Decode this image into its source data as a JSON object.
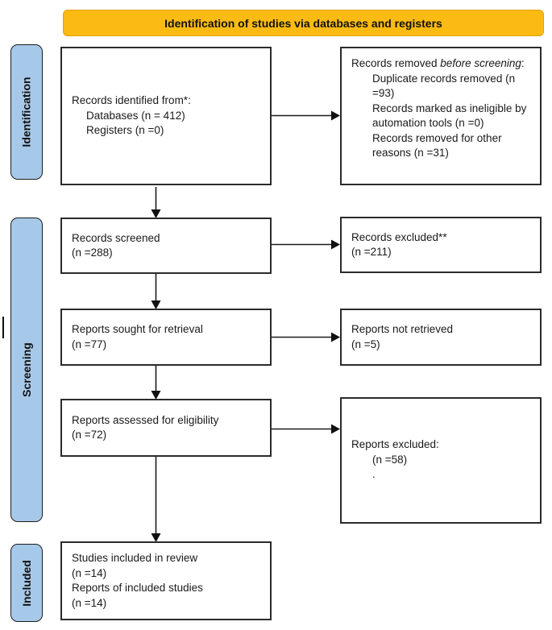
{
  "header": {
    "title": "Identification of studies via databases and registers"
  },
  "phases": {
    "identification": "Identification",
    "screening": "Screening",
    "included": "Included"
  },
  "boxes": {
    "records_identified": {
      "title": "Records identified from*:",
      "items": [
        "Databases (n = 412)",
        "Registers (n =0)"
      ]
    },
    "records_removed": {
      "title_normal": "Records removed ",
      "title_italic": "before screening",
      "title_suffix": ":",
      "items": [
        "Duplicate records removed (n =93)",
        "Records marked as ineligible by automation tools (n =0)",
        "Records removed for other reasons (n =31)"
      ]
    },
    "records_screened": {
      "lines": [
        "Records screened",
        "(n =288)"
      ]
    },
    "records_excluded": {
      "lines": [
        "Records excluded**",
        "(n =211)"
      ]
    },
    "reports_sought": {
      "lines": [
        "Reports sought for retrieval",
        "(n =77)"
      ]
    },
    "reports_not_retrieved": {
      "lines": [
        "Reports not retrieved",
        "(n =5)"
      ]
    },
    "reports_assessed": {
      "lines": [
        "Reports assessed for eligibility",
        "(n =72)"
      ]
    },
    "reports_excluded": {
      "title": "Reports excluded:",
      "count": "(n =58)",
      "note": "."
    },
    "included_studies": {
      "lines": [
        "Studies included in review",
        "(n =14)",
        "Reports of included studies",
        "(n =14)"
      ]
    }
  },
  "colors": {
    "banner_bg": "#FBBB12",
    "banner_border": "#E3A306",
    "phase_bg": "#A7C9E9",
    "box_border": "#2B2B2B",
    "arrow": "#111111"
  }
}
